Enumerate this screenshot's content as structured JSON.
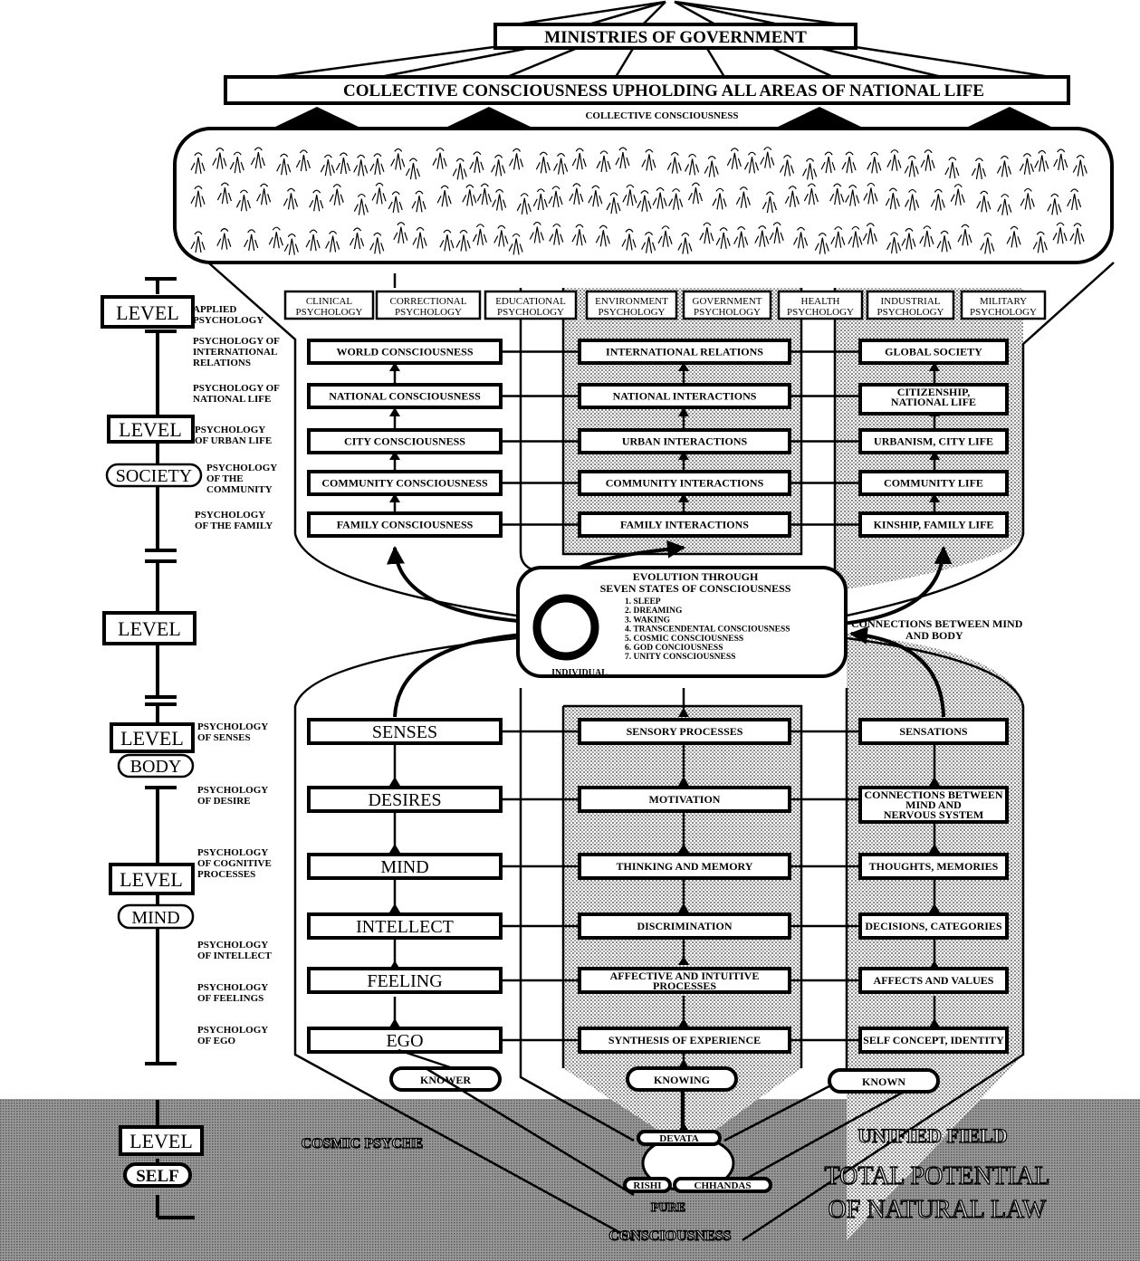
{
  "top": {
    "ministries": "MINISTRIES OF GOVERNMENT",
    "collective_banner": "COLLECTIVE CONSCIOUSNESS UPHOLDING ALL AREAS OF NATIONAL LIFE",
    "collective_label": "COLLECTIVE CONSCIOUSNESS"
  },
  "applied_psychologies": [
    [
      "CLINICAL",
      "PSYCHOLOGY"
    ],
    [
      "CORRECTIONAL",
      "PSYCHOLOGY"
    ],
    [
      "EDUCATIONAL",
      "PSYCHOLOGY"
    ],
    [
      "ENVIRONMENT",
      "PSYCHOLOGY"
    ],
    [
      "GOVERNMENT",
      "PSYCHOLOGY"
    ],
    [
      "HEALTH",
      "PSYCHOLOGY"
    ],
    [
      "INDUSTRIAL",
      "PSYCHOLOGY"
    ],
    [
      "MILITARY",
      "PSYCHOLOGY"
    ]
  ],
  "levels": {
    "word": "LEVEL",
    "society": "SOCIETY",
    "body": "BODY",
    "mind": "MIND",
    "self": "SELF"
  },
  "side_labels": [
    [
      "APPLIED",
      "PSYCHOLOGY"
    ],
    [
      "PSYCHOLOGY OF",
      "INTERNATIONAL",
      "RELATIONS"
    ],
    [
      "PSYCHOLOGY OF",
      "NATIONAL LIFE"
    ],
    [
      "PSYCHOLOGY",
      "OF URBAN LIFE"
    ],
    [
      "PSYCHOLOGY",
      "OF THE",
      "COMMUNITY"
    ],
    [
      "PSYCHOLOGY",
      "OF THE FAMILY"
    ],
    [
      "PSYCHOLOGY",
      "OF SENSES"
    ],
    [
      "PSYCHOLOGY",
      "OF DESIRE"
    ],
    [
      "PSYCHOLOGY",
      "OF COGNITIVE",
      "PROCESSES"
    ],
    [
      "PSYCHOLOGY",
      "OF INTELLECT"
    ],
    [
      "PSYCHOLOGY",
      "OF FEELINGS"
    ],
    [
      "PSYCHOLOGY",
      "OF EGO"
    ]
  ],
  "society_rows": [
    {
      "left": [
        "WORLD CONSCIOUSNESS"
      ],
      "mid": [
        "INTERNATIONAL RELATIONS"
      ],
      "right": [
        "GLOBAL SOCIETY"
      ]
    },
    {
      "left": [
        "NATIONAL CONSCIOUSNESS"
      ],
      "mid": [
        "NATIONAL INTERACTIONS"
      ],
      "right": [
        "CITIZENSHIP,",
        "NATIONAL LIFE"
      ]
    },
    {
      "left": [
        "CITY CONSCIOUSNESS"
      ],
      "mid": [
        "URBAN INTERACTIONS"
      ],
      "right": [
        "URBANISM, CITY LIFE"
      ]
    },
    {
      "left": [
        "COMMUNITY CONSCIOUSNESS"
      ],
      "mid": [
        "COMMUNITY INTERACTIONS"
      ],
      "right": [
        "COMMUNITY LIFE"
      ]
    },
    {
      "left": [
        "FAMILY CONSCIOUSNESS"
      ],
      "mid": [
        "FAMILY INTERACTIONS"
      ],
      "right": [
        "KINSHIP, FAMILY LIFE"
      ]
    }
  ],
  "individual_rows": [
    {
      "left": [
        "SENSES"
      ],
      "mid": [
        "SENSORY PROCESSES"
      ],
      "right": [
        "SENSATIONS"
      ]
    },
    {
      "left": [
        "DESIRES"
      ],
      "mid": [
        "MOTIVATION"
      ],
      "right": [
        "CONNECTIONS BETWEEN",
        "MIND AND",
        "NERVOUS SYSTEM"
      ]
    },
    {
      "left": [
        "MIND"
      ],
      "mid": [
        "THINKING AND MEMORY"
      ],
      "right": [
        "THOUGHTS, MEMORIES"
      ]
    },
    {
      "left": [
        "INTELLECT"
      ],
      "mid": [
        "DISCRIMINATION"
      ],
      "right": [
        "DECISIONS, CATEGORIES"
      ]
    },
    {
      "left": [
        "FEELING"
      ],
      "mid": [
        "AFFECTIVE AND INTUITIVE",
        "PROCESSES"
      ],
      "right": [
        "AFFECTS AND VALUES"
      ]
    },
    {
      "left": [
        "EGO"
      ],
      "mid": [
        "SYNTHESIS OF EXPERIENCE"
      ],
      "right": [
        "SELF CONCEPT, IDENTITY"
      ]
    }
  ],
  "evolution": {
    "title": [
      "EVOLUTION THROUGH",
      "SEVEN STATES OF CONSCIOUSNESS"
    ],
    "states": [
      "1. SLEEP",
      "2. DREAMING",
      "3. WAKING",
      "4. TRANSCENDENTAL CONSCIOUSNESS",
      "5. COSMIC CONSCIOUSNESS",
      "6. GOD CONCIOUSNESS",
      "7. UNITY CONSCIOUSNESS"
    ],
    "individual": "INDIVIDUAL",
    "connections": [
      "CONNECTIONS BETWEEN MIND",
      "AND BODY"
    ]
  },
  "triad": {
    "knower": "KNOWER",
    "knowing": "KNOWING",
    "known": "KNOWN",
    "devata": "DEVATA",
    "rishi": "RISHI",
    "chhandas": "CHHANDAS"
  },
  "base": {
    "cosmic_psyche": "COSMIC PSYCHE",
    "unified_field": "UNIFIED FIELD",
    "total_potential": [
      "TOTAL POTENTIAL",
      "OF NATURAL LAW"
    ],
    "pure_consciousness": [
      "PURE",
      "CONSCIOUSNESS"
    ]
  }
}
